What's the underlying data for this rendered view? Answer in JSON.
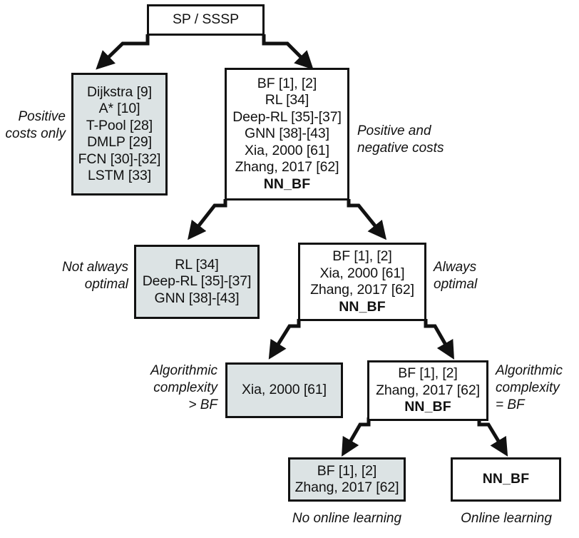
{
  "diagram": {
    "title": "SP / SSSP classification tree",
    "colors": {
      "node_fill_gray": "#dce3e4",
      "node_fill_white": "#ffffff",
      "stroke": "#111111",
      "background": "#ffffff"
    },
    "root": {
      "id": "root",
      "lines": [
        {
          "text": "SP / SSSP",
          "bold": false
        }
      ]
    },
    "nodes": [
      {
        "id": "positive-costs-node",
        "fill": "gray",
        "lines": [
          {
            "text": "Dijkstra [9]",
            "bold": false
          },
          {
            "text": "A* [10]",
            "bold": false
          },
          {
            "text": "T-Pool [28]",
            "bold": false
          },
          {
            "text": "DMLP [29]",
            "bold": false
          },
          {
            "text": "FCN [30]-[32]",
            "bold": false
          },
          {
            "text": "LSTM [33]",
            "bold": false
          }
        ]
      },
      {
        "id": "positive-negative-costs-node",
        "fill": "white",
        "lines": [
          {
            "text": "BF [1], [2]",
            "bold": false
          },
          {
            "text": "RL [34]",
            "bold": false
          },
          {
            "text": "Deep-RL [35]-[37]",
            "bold": false
          },
          {
            "text": "GNN [38]-[43]",
            "bold": false
          },
          {
            "text": "Xia, 2000 [61]",
            "bold": false
          },
          {
            "text": "Zhang, 2017 [62]",
            "bold": false
          },
          {
            "text": "NN_BF",
            "bold": true
          }
        ]
      },
      {
        "id": "not-always-optimal-node",
        "fill": "gray",
        "lines": [
          {
            "text": "RL [34]",
            "bold": false
          },
          {
            "text": "Deep-RL [35]-[37]",
            "bold": false
          },
          {
            "text": "GNN [38]-[43]",
            "bold": false
          }
        ]
      },
      {
        "id": "always-optimal-node",
        "fill": "white",
        "lines": [
          {
            "text": "BF [1], [2]",
            "bold": false
          },
          {
            "text": "Xia, 2000 [61]",
            "bold": false
          },
          {
            "text": "Zhang, 2017 [62]",
            "bold": false
          },
          {
            "text": "NN_BF",
            "bold": true
          }
        ]
      },
      {
        "id": "complexity-greater-node",
        "fill": "gray",
        "lines": [
          {
            "text": "Xia, 2000 [61]",
            "bold": false
          }
        ]
      },
      {
        "id": "complexity-equal-node",
        "fill": "white",
        "lines": [
          {
            "text": "BF [1], [2]",
            "bold": false
          },
          {
            "text": "Zhang, 2017 [62]",
            "bold": false
          },
          {
            "text": "NN_BF",
            "bold": true
          }
        ]
      },
      {
        "id": "no-online-learning-node",
        "fill": "gray",
        "lines": [
          {
            "text": "BF [1], [2]",
            "bold": false
          },
          {
            "text": "Zhang, 2017 [62]",
            "bold": false
          }
        ]
      },
      {
        "id": "online-learning-node",
        "fill": "white",
        "lines": [
          {
            "text": "NN_BF",
            "bold": true
          }
        ]
      }
    ],
    "labels": [
      {
        "id": "label-positive-costs-only",
        "lines": [
          "Positive",
          "costs only"
        ]
      },
      {
        "id": "label-positive-and-negative-costs",
        "lines": [
          "Positive and",
          "negative costs"
        ]
      },
      {
        "id": "label-not-always-optimal",
        "lines": [
          "Not always",
          "optimal"
        ]
      },
      {
        "id": "label-always-optimal",
        "lines": [
          "Always",
          "optimal"
        ]
      },
      {
        "id": "label-complexity-greater-bf",
        "lines": [
          "Algorithmic",
          "complexity",
          "> BF"
        ]
      },
      {
        "id": "label-complexity-equal-bf",
        "lines": [
          "Algorithmic",
          "complexity",
          "= BF"
        ]
      },
      {
        "id": "label-no-online-learning",
        "lines": [
          "No online learning"
        ]
      },
      {
        "id": "label-online-learning",
        "lines": [
          "Online learning"
        ]
      }
    ]
  }
}
